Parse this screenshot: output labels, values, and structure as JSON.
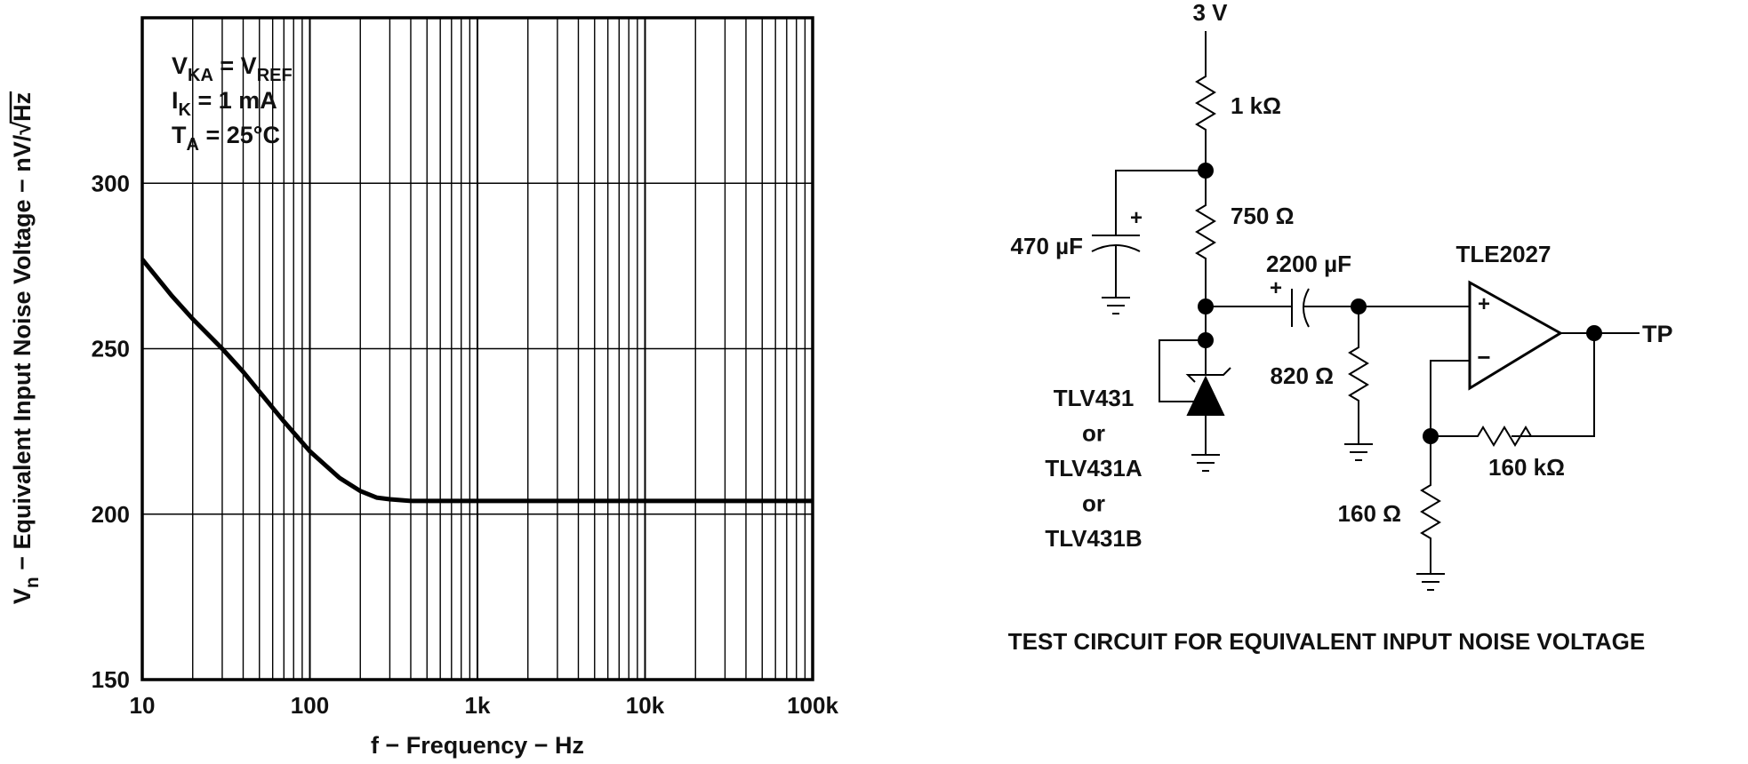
{
  "chart_data": {
    "type": "line",
    "x_scale": "log",
    "xlim": [
      10,
      100000
    ],
    "ylim": [
      150,
      350
    ],
    "x_ticks": [
      10,
      100,
      1000,
      10000,
      100000
    ],
    "x_tick_labels": [
      "10",
      "100",
      "1k",
      "10k",
      "100k"
    ],
    "y_ticks": [
      150,
      200,
      250,
      300
    ],
    "y_tick_labels": [
      "150",
      "200",
      "250",
      "300"
    ],
    "grid": true,
    "xlabel": "f − Frequency − Hz",
    "ylabel": {
      "sym": "V",
      "sub": "n",
      "text": " − Equivalent Input Noise Voltage − nV/",
      "rad": "Hz"
    },
    "conditions": [
      {
        "a": "V",
        "a_sub": "KA",
        "b": " = V",
        "b_sub": "REF",
        "c": ""
      },
      {
        "a": "I",
        "a_sub": "K",
        "b": " = 1 mA",
        "b_sub": "",
        "c": ""
      },
      {
        "a": "T",
        "a_sub": "A",
        "b": " = 25°C",
        "b_sub": "",
        "c": ""
      }
    ],
    "series": [
      {
        "x": [
          10,
          15,
          20,
          30,
          40,
          50,
          70,
          100,
          150,
          200,
          250,
          300,
          400,
          500,
          1000,
          10000,
          100000
        ],
        "y": [
          277,
          266,
          259,
          250,
          243,
          237,
          228,
          219,
          211,
          207,
          205,
          204.5,
          204,
          204,
          204,
          204,
          204
        ]
      }
    ]
  },
  "circuit": {
    "title": "TEST CIRCUIT FOR EQUIVALENT INPUT NOISE VOLTAGE",
    "supply": "3 V",
    "r1": "1 kΩ",
    "r2": "750 Ω",
    "c1": "470 µF",
    "c2": "2200 µF",
    "r3": "820 Ω",
    "opamp": "TLE2027",
    "r4": "160 kΩ",
    "r5": "160 Ω",
    "output": "TP",
    "plus": "+",
    "minus": "−",
    "device": [
      "TLV431",
      "or",
      "TLV431A",
      "or",
      "TLV431B"
    ]
  }
}
